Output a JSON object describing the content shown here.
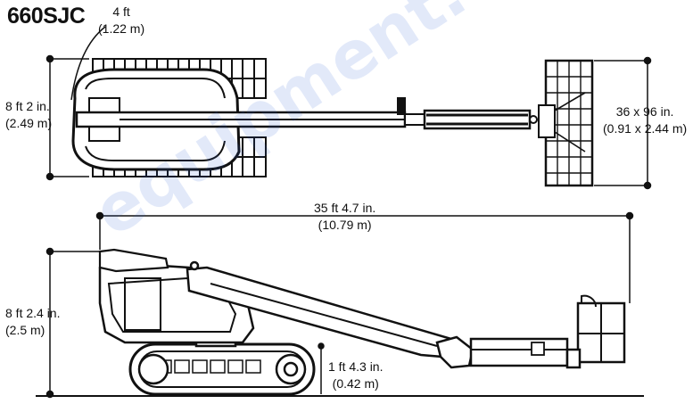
{
  "model": "660SJC",
  "watermark": "equipment.com",
  "dimensions": {
    "turntable_width": {
      "imperial": "4 ft",
      "metric": "(1.22 m)"
    },
    "overall_width": {
      "imperial": "8 ft 2 in.",
      "metric": "(2.49 m)"
    },
    "platform_size": {
      "imperial": "36 x 96 in.",
      "metric": "(0.91 x 2.44 m)"
    },
    "stowed_length": {
      "imperial": "35 ft 4.7 in.",
      "metric": "(10.79 m)"
    },
    "stowed_height": {
      "imperial": "8 ft 2.4 in.",
      "metric": "(2.5 m)"
    },
    "ground_clearance": {
      "imperial": "1 ft 4.3 in.",
      "metric": "(0.42 m)"
    }
  }
}
